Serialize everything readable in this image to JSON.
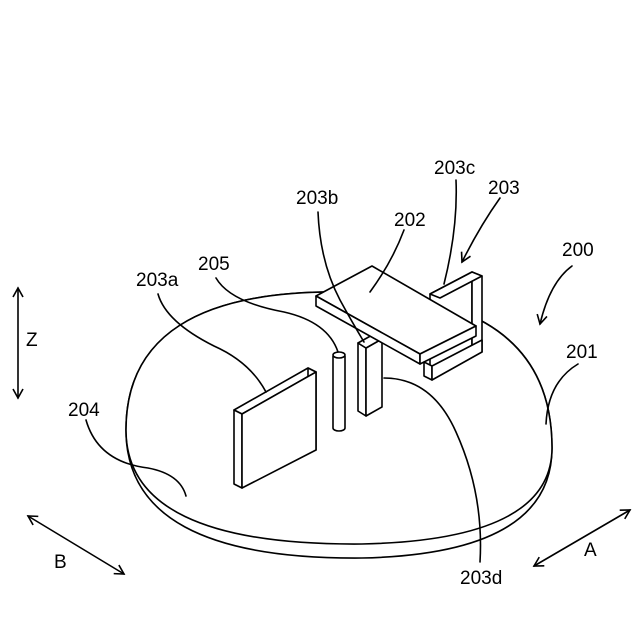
{
  "labels": {
    "ref_200": "200",
    "ref_201": "201",
    "ref_202": "202",
    "ref_203": "203",
    "ref_203a": "203a",
    "ref_203b": "203b",
    "ref_203c": "203c",
    "ref_203d": "203d",
    "ref_204": "204",
    "ref_205": "205"
  },
  "axes": {
    "z": "Z",
    "a": "A",
    "b": "B"
  }
}
